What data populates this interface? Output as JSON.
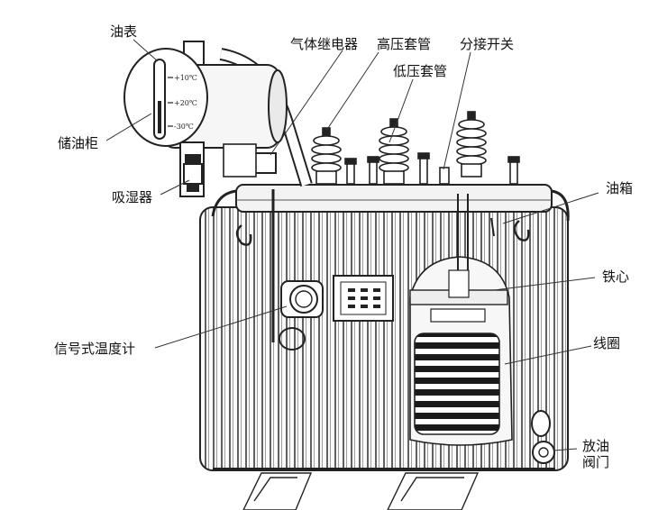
{
  "labels": {
    "oil_gauge": "油表",
    "conservator": "储油柜",
    "breather": "吸湿器",
    "thermometer": "信号式温度计",
    "gas_relay": "气体继电器",
    "hv_bushing": "高压套管",
    "lv_bushing": "低压套管",
    "tap_changer": "分接开关",
    "tank": "油箱",
    "core": "铁心",
    "winding": "线圈",
    "drain_valve": "放油阀门"
  },
  "gauge_marks": [
    "+10℃",
    "+20℃",
    "-30℃"
  ]
}
